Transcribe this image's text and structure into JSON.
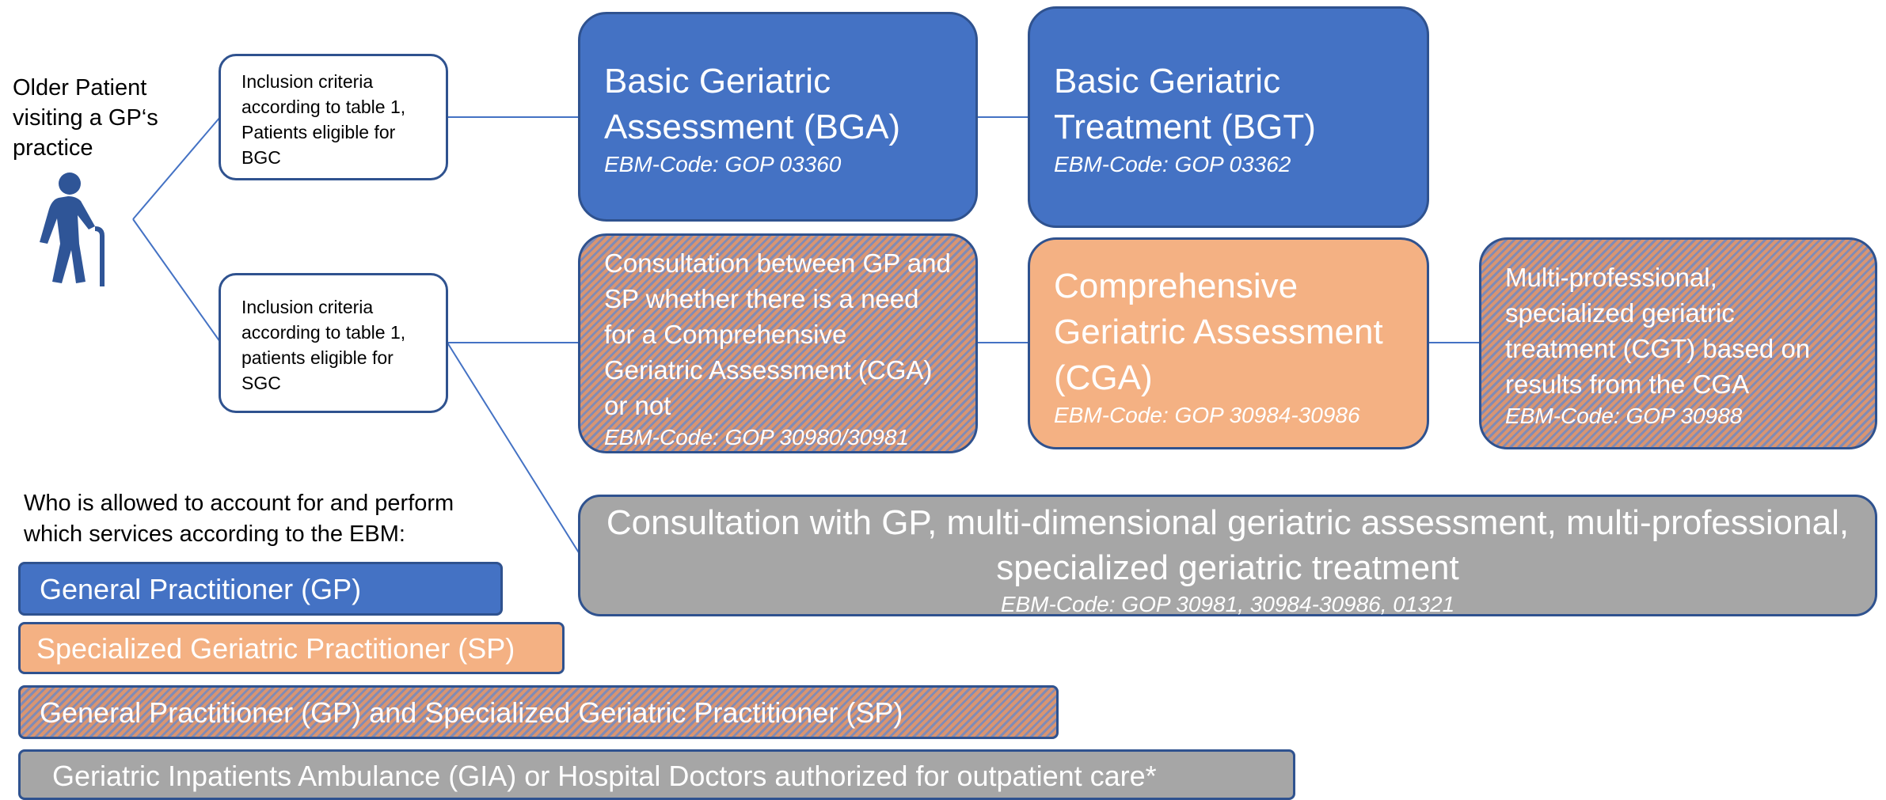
{
  "patient": {
    "label": "Older Patient visiting a GP‘s practice",
    "icon": "elderly-person-with-cane-icon"
  },
  "criteria_bgc": "Inclusion criteria according to table 1, Patients eligible for BGC",
  "criteria_sgc": "Inclusion criteria according to table 1, patients eligible for SGC",
  "bga": {
    "title": "Basic Geriatric Assessment (BGA)",
    "code": "EBM-Code: GOP 03360"
  },
  "bgt": {
    "title": "Basic Geriatric Treatment (BGT)",
    "code": "EBM-Code: GOP 03362"
  },
  "consult": {
    "text": "Consultation between GP and SP whether there is a need for a Comprehensive Geriatric Assessment (CGA) or not",
    "code": "EBM-Code: GOP 30980/30981"
  },
  "cga": {
    "title": "Comprehensive Geriatric Assessment (CGA)",
    "code": "EBM-Code: GOP 30984-30986"
  },
  "cgt": {
    "text": "Multi-professional, specialized geriatric treatment (CGT) based on results from the CGA",
    "code": "EBM-Code: GOP 30988"
  },
  "gia": {
    "title": "Consultation with GP, multi-dimensional geriatric assessment, multi-professional, specialized geriatric treatment",
    "code": "EBM-Code: GOP 30981, 30984-30986, 01321"
  },
  "legend": {
    "heading": "Who is allowed to account for and perform which services according to the EBM:",
    "gp": "General Practitioner (GP)",
    "sp": "Specialized Geriatric Practitioner (SP)",
    "gp_sp": "General Practitioner (GP) and Specialized Geriatric Practitioner (SP)",
    "gia": "Geriatric Inpatients Ambulance (GIA) or Hospital Doctors authorized for outpatient care*"
  },
  "colors": {
    "gp": "#4472c4",
    "sp": "#f4b183",
    "hatch": "#c9a9a6",
    "gia": "#a6a6a6",
    "border": "#2f528f"
  }
}
